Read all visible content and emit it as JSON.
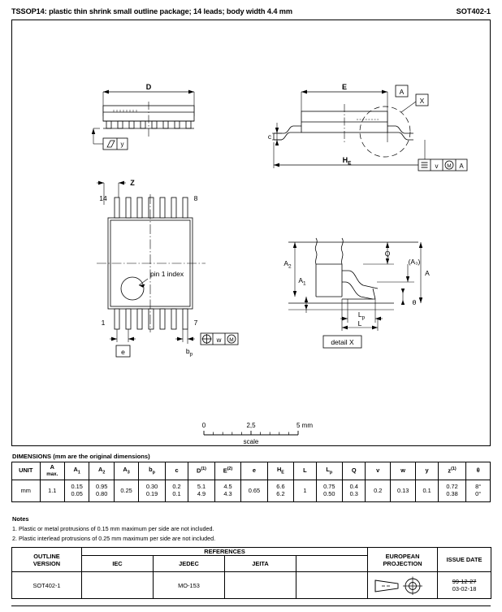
{
  "header": {
    "title": "TSSOP14: plastic thin shrink small outline package; 14 leads; body width 4.4 mm",
    "code": "SOT402-1"
  },
  "drawing": {
    "labels": {
      "D": "D",
      "E": "E",
      "HE_main": "H",
      "HE_sub": "E",
      "c": "c",
      "datum_A_top": "A",
      "datum_X": "X",
      "Z": "Z",
      "e": "e",
      "bp_main": "b",
      "bp_sub": "p",
      "pin_index": "pin 1 index",
      "pin_14": "14",
      "pin_8": "8",
      "pin_1": "1",
      "pin_7": "7",
      "A": "A",
      "A1_main": "A",
      "A1_sub": "1",
      "A2_main": "A",
      "A2_sub": "2",
      "A3": "(A₃)",
      "Q": "Q",
      "L": "L",
      "Lp_main": "L",
      "Lp_sub": "p",
      "theta": "θ",
      "detail_x": "detail X",
      "gdt_parallel_tol": "y",
      "gdt_symmetry_tol": "v",
      "gdt_symmetry_datum": "A",
      "gdt_position_tol": "w",
      "mmc": "M"
    },
    "scale": {
      "label": "scale",
      "ticks": [
        "0",
        "2,5",
        "5 mm"
      ]
    }
  },
  "dimensions": {
    "caption": "DIMENSIONS (mm are the original dimensions)",
    "columns": [
      {
        "id": "unit",
        "label": "UNIT",
        "sub": "",
        "note": ""
      },
      {
        "id": "A",
        "label": "A",
        "sub": "max.",
        "note": ""
      },
      {
        "id": "A1",
        "label": "A",
        "subscript": "1",
        "note": ""
      },
      {
        "id": "A2",
        "label": "A",
        "subscript": "2",
        "note": ""
      },
      {
        "id": "A3",
        "label": "A",
        "subscript": "3",
        "note": ""
      },
      {
        "id": "bp",
        "label": "b",
        "subscript": "p",
        "note": ""
      },
      {
        "id": "c",
        "label": "c",
        "note": ""
      },
      {
        "id": "D",
        "label": "D",
        "note": "(1)"
      },
      {
        "id": "E",
        "label": "E",
        "note": "(2)"
      },
      {
        "id": "e",
        "label": "e",
        "note": ""
      },
      {
        "id": "HE",
        "label": "H",
        "subscript": "E",
        "note": ""
      },
      {
        "id": "L",
        "label": "L",
        "note": ""
      },
      {
        "id": "Lp",
        "label": "L",
        "subscript": "p",
        "note": ""
      },
      {
        "id": "Q",
        "label": "Q",
        "note": ""
      },
      {
        "id": "v",
        "label": "v",
        "note": ""
      },
      {
        "id": "w",
        "label": "w",
        "note": ""
      },
      {
        "id": "y",
        "label": "y",
        "note": ""
      },
      {
        "id": "z",
        "label": "z",
        "note": "(1)"
      },
      {
        "id": "theta",
        "label": "θ",
        "note": ""
      }
    ],
    "rows": [
      {
        "unit": "mm",
        "A": [
          "1.1"
        ],
        "A1": [
          "0.15",
          "0.05"
        ],
        "A2": [
          "0.95",
          "0.80"
        ],
        "A3": [
          "0.25"
        ],
        "bp": [
          "0.30",
          "0.19"
        ],
        "c": [
          "0.2",
          "0.1"
        ],
        "D": [
          "5.1",
          "4.9"
        ],
        "E": [
          "4.5",
          "4.3"
        ],
        "e": [
          "0.65"
        ],
        "HE": [
          "6.6",
          "6.2"
        ],
        "L": [
          "1"
        ],
        "Lp": [
          "0.75",
          "0.50"
        ],
        "Q": [
          "0.4",
          "0.3"
        ],
        "v": [
          "0.2"
        ],
        "w": [
          "0.13"
        ],
        "y": [
          "0.1"
        ],
        "z": [
          "0.72",
          "0.38"
        ],
        "theta": [
          "8°",
          "0°"
        ]
      }
    ]
  },
  "notes": {
    "title": "Notes",
    "items": [
      "1. Plastic or metal protrusions of 0.15 mm maximum per side are not included.",
      "2. Plastic interlead protrusions of 0.25 mm maximum per side are not included."
    ]
  },
  "footer": {
    "headers": {
      "outline_version": "OUTLINE\nVERSION",
      "outline_version_line1": "OUTLINE",
      "outline_version_line2": "VERSION",
      "references": "REFERENCES",
      "iec": "IEC",
      "jedec": "JEDEC",
      "jeita": "JEITA",
      "blank": "",
      "european_projection_line1": "EUROPEAN",
      "european_projection_line2": "PROJECTION",
      "issue_date": "ISSUE DATE"
    },
    "row": {
      "outline_version": "SOT402-1",
      "iec": "",
      "jedec": "MO-153",
      "jeita": "",
      "extra": "",
      "issue_date_superseded": "99-12-27",
      "issue_date_current": "03-02-18"
    }
  }
}
